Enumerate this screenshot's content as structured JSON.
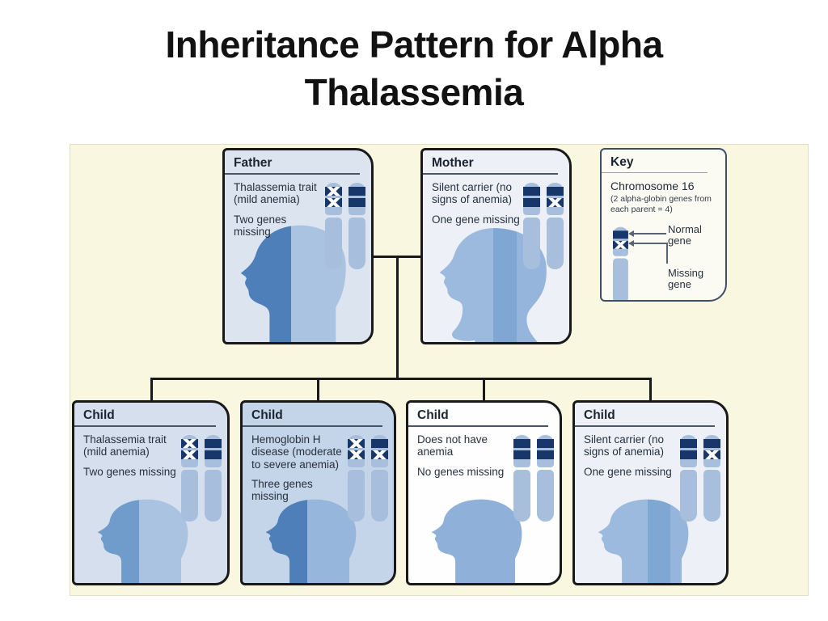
{
  "title": {
    "line1": "Inheritance Pattern for Alpha",
    "line2": "Thalassemia"
  },
  "key": {
    "header": "Key",
    "title": "Chromosome 16",
    "subtitle": "(2 alpha-globin genes from each parent = 4)",
    "normal_gene_label": "Normal gene",
    "missing_gene_label": "Missing gene",
    "chromosomes": [
      [
        "normal",
        "missing"
      ]
    ]
  },
  "parents": [
    {
      "header": "Father",
      "condition": "Thalassemia trait (mild anemia)",
      "genes_missing": "Two genes missing",
      "chromosomes": [
        [
          "missing",
          "missing"
        ],
        [
          "normal",
          "normal"
        ]
      ]
    },
    {
      "header": "Mother",
      "condition": "Silent carrier (no signs of anemia)",
      "genes_missing": "One gene missing",
      "chromosomes": [
        [
          "normal",
          "normal"
        ],
        [
          "normal",
          "missing"
        ]
      ]
    }
  ],
  "children": [
    {
      "header": "Child",
      "condition": "Thalassemia trait (mild anemia)",
      "genes_missing": "Two genes missing",
      "chromosomes": [
        [
          "missing",
          "missing"
        ],
        [
          "normal",
          "normal"
        ]
      ]
    },
    {
      "header": "Child",
      "condition": "Hemoglobin H disease (moderate to severe anemia)",
      "genes_missing": "Three genes missing",
      "chromosomes": [
        [
          "missing",
          "missing"
        ],
        [
          "normal",
          "missing"
        ]
      ]
    },
    {
      "header": "Child",
      "condition": "Does not have anemia",
      "genes_missing": "No genes missing",
      "chromosomes": [
        [
          "normal",
          "normal"
        ],
        [
          "normal",
          "normal"
        ]
      ]
    },
    {
      "header": "Child",
      "condition": "Silent carrier (no signs of anemia)",
      "genes_missing": "One gene missing",
      "chromosomes": [
        [
          "normal",
          "normal"
        ],
        [
          "normal",
          "missing"
        ]
      ]
    }
  ],
  "colors": {
    "diagram_bg": "#faf7e1",
    "box_border": "#191919",
    "line_color": "#191919",
    "band_navy": "#17376a",
    "chrom_body": "#a7bfdc",
    "father_fill": "#dce4f0",
    "mother_fill": "#edf1f7",
    "child1_fill": "#d5dfee",
    "child2_fill": "#c4d4e9",
    "child3_fill": "#fefefe",
    "child4_fill": "#edf1f7",
    "key_fill": "#fbfbf3",
    "key_border": "#3d4f6b",
    "text_dark": "#27313e",
    "header_dark": "#1b2530"
  }
}
